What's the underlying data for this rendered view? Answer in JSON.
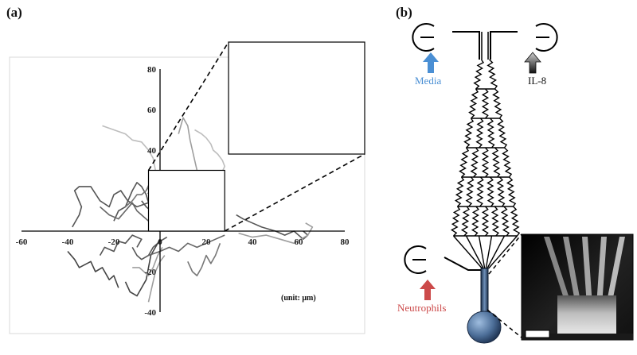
{
  "panels": {
    "a": {
      "label": "(a)"
    },
    "b": {
      "label": "(b)"
    }
  },
  "chart_data": {
    "type": "line",
    "title": "",
    "xlabel": "",
    "ylabel": "",
    "unit_note": "(unit: μm)",
    "xlim": [
      -60,
      80
    ],
    "ylim": [
      -40,
      80
    ],
    "x_ticks": [
      -60,
      -40,
      -20,
      0,
      20,
      40,
      60,
      80
    ],
    "y_ticks": [
      -40,
      -20,
      0,
      20,
      40,
      60,
      80
    ],
    "grid": false,
    "legend": "none",
    "zoom_box": {
      "x": [
        -5,
        28
      ],
      "y": [
        0,
        30
      ]
    },
    "series": [
      {
        "color": "#bdbdbd",
        "points": [
          [
            -25,
            52
          ],
          [
            -20,
            50
          ],
          [
            -15,
            48
          ],
          [
            -12,
            45
          ],
          [
            -8,
            44
          ],
          [
            -5,
            40
          ],
          [
            -3,
            36
          ],
          [
            -2,
            30
          ],
          [
            -1,
            22
          ]
        ]
      },
      {
        "color": "#bdbdbd",
        "points": [
          [
            15,
            50
          ],
          [
            18,
            48
          ],
          [
            20,
            46
          ],
          [
            22,
            43
          ],
          [
            23,
            40
          ],
          [
            25,
            38
          ],
          [
            27,
            35
          ],
          [
            28,
            32
          ],
          [
            26,
            27
          ],
          [
            24,
            24
          ],
          [
            22,
            22
          ]
        ]
      },
      {
        "color": "#9e9e9e",
        "points": [
          [
            8,
            48
          ],
          [
            9,
            52
          ],
          [
            10,
            56
          ],
          [
            11,
            54
          ],
          [
            12,
            52
          ],
          [
            13,
            45
          ],
          [
            14,
            40
          ],
          [
            15,
            35
          ],
          [
            16,
            30
          ],
          [
            18,
            26
          ],
          [
            20,
            22
          ]
        ]
      },
      {
        "color": "#555555",
        "points": [
          [
            -38,
            2
          ],
          [
            -35,
            8
          ],
          [
            -34,
            12
          ],
          [
            -37,
            20
          ],
          [
            -35,
            22
          ],
          [
            -30,
            22
          ],
          [
            -26,
            15
          ],
          [
            -22,
            12
          ],
          [
            -20,
            18
          ],
          [
            -17,
            20
          ],
          [
            -14,
            15
          ],
          [
            -10,
            12
          ],
          [
            -5,
            14
          ],
          [
            -3,
            18
          ]
        ]
      },
      {
        "color": "#555555",
        "points": [
          [
            -20,
            5
          ],
          [
            -18,
            10
          ],
          [
            -15,
            12
          ],
          [
            -12,
            20
          ],
          [
            -10,
            24
          ],
          [
            -8,
            22
          ],
          [
            -6,
            18
          ],
          [
            -4,
            10
          ],
          [
            -2,
            8
          ],
          [
            0,
            5
          ]
        ]
      },
      {
        "color": "#777777",
        "points": [
          [
            -15,
            12
          ],
          [
            -12,
            15
          ],
          [
            -10,
            18
          ],
          [
            -8,
            18
          ],
          [
            -6,
            20
          ],
          [
            -4,
            25
          ],
          [
            -2,
            28
          ],
          [
            0,
            26
          ]
        ]
      },
      {
        "color": "#666666",
        "points": [
          [
            -26,
            12
          ],
          [
            -24,
            10
          ],
          [
            -22,
            8
          ],
          [
            -18,
            6
          ],
          [
            -15,
            10
          ],
          [
            -12,
            14
          ],
          [
            -10,
            10
          ],
          [
            -8,
            8
          ],
          [
            -5,
            5
          ]
        ]
      },
      {
        "color": "#555555",
        "points": [
          [
            -12,
            -8
          ],
          [
            -10,
            -12
          ],
          [
            -8,
            -14
          ],
          [
            -5,
            -12
          ],
          [
            -3,
            -8
          ],
          [
            0,
            -5
          ],
          [
            3,
            -3
          ]
        ]
      },
      {
        "color": "#444444",
        "points": [
          [
            -15,
            -25
          ],
          [
            -13,
            -30
          ],
          [
            -10,
            -32
          ],
          [
            -8,
            -28
          ],
          [
            -6,
            -24
          ],
          [
            -5,
            -18
          ],
          [
            -4,
            -12
          ],
          [
            -2,
            -8
          ],
          [
            0,
            -4
          ]
        ]
      },
      {
        "color": "#9e9e9e",
        "points": [
          [
            -12,
            -18
          ],
          [
            -9,
            -18
          ],
          [
            -7,
            -20
          ],
          [
            -5,
            -22
          ],
          [
            -3,
            -18
          ],
          [
            -1,
            -12
          ],
          [
            1,
            -8
          ]
        ]
      },
      {
        "color": "#666666",
        "points": [
          [
            -5,
            -12
          ],
          [
            0,
            -10
          ],
          [
            4,
            -8
          ],
          [
            8,
            -10
          ],
          [
            12,
            -6
          ],
          [
            16,
            -8
          ],
          [
            20,
            -6
          ],
          [
            24,
            -4
          ],
          [
            28,
            -2
          ]
        ]
      },
      {
        "color": "#555555",
        "points": [
          [
            33,
            8
          ],
          [
            36,
            6
          ],
          [
            40,
            4
          ],
          [
            44,
            2
          ],
          [
            50,
            0
          ],
          [
            54,
            -2
          ],
          [
            58,
            0
          ],
          [
            62,
            -4
          ],
          [
            64,
            -2
          ],
          [
            62,
            0
          ]
        ]
      },
      {
        "color": "#9e9e9e",
        "points": [
          [
            34,
            -1
          ],
          [
            40,
            -3
          ],
          [
            46,
            -2
          ],
          [
            52,
            -4
          ],
          [
            58,
            -6
          ],
          [
            64,
            -2
          ],
          [
            66,
            2
          ],
          [
            63,
            4
          ]
        ]
      },
      {
        "color": "#444444",
        "points": [
          [
            -40,
            -10
          ],
          [
            -37,
            -14
          ],
          [
            -35,
            -18
          ],
          [
            -30,
            -15
          ],
          [
            -28,
            -20
          ],
          [
            -25,
            -18
          ],
          [
            -22,
            -24
          ],
          [
            -20,
            -22
          ],
          [
            -18,
            -28
          ]
        ]
      },
      {
        "color": "#9e9e9e",
        "points": [
          [
            -5,
            -35
          ],
          [
            -4,
            -30
          ],
          [
            -3,
            -25
          ],
          [
            -2,
            -20
          ],
          [
            0,
            -15
          ],
          [
            2,
            -12
          ]
        ]
      },
      {
        "color": "#555555",
        "points": [
          [
            -8,
            15
          ],
          [
            -6,
            12
          ],
          [
            -4,
            10
          ],
          [
            -3,
            5
          ],
          [
            -2,
            2
          ]
        ]
      },
      {
        "color": "#777777",
        "points": [
          [
            26,
            -6
          ],
          [
            24,
            -12
          ],
          [
            22,
            -16
          ],
          [
            20,
            -12
          ],
          [
            18,
            -18
          ],
          [
            16,
            -22
          ],
          [
            14,
            -20
          ],
          [
            12,
            -15
          ]
        ]
      },
      {
        "color": "#555555",
        "points": [
          [
            -10,
            -8
          ],
          [
            -8,
            -4
          ],
          [
            -12,
            -2
          ],
          [
            -15,
            -6
          ],
          [
            -18,
            -5
          ],
          [
            -20,
            -10
          ],
          [
            -24,
            -8
          ],
          [
            -26,
            -12
          ]
        ]
      }
    ]
  },
  "device": {
    "ports": {
      "media": "Media",
      "il8": "IL-8",
      "neutrophils": "Neutrophils"
    },
    "colors": {
      "media_arrow": "#4a8fd4",
      "neutrophils_arrow": "#cc4a4a",
      "il8_arrow": "#222222"
    }
  }
}
